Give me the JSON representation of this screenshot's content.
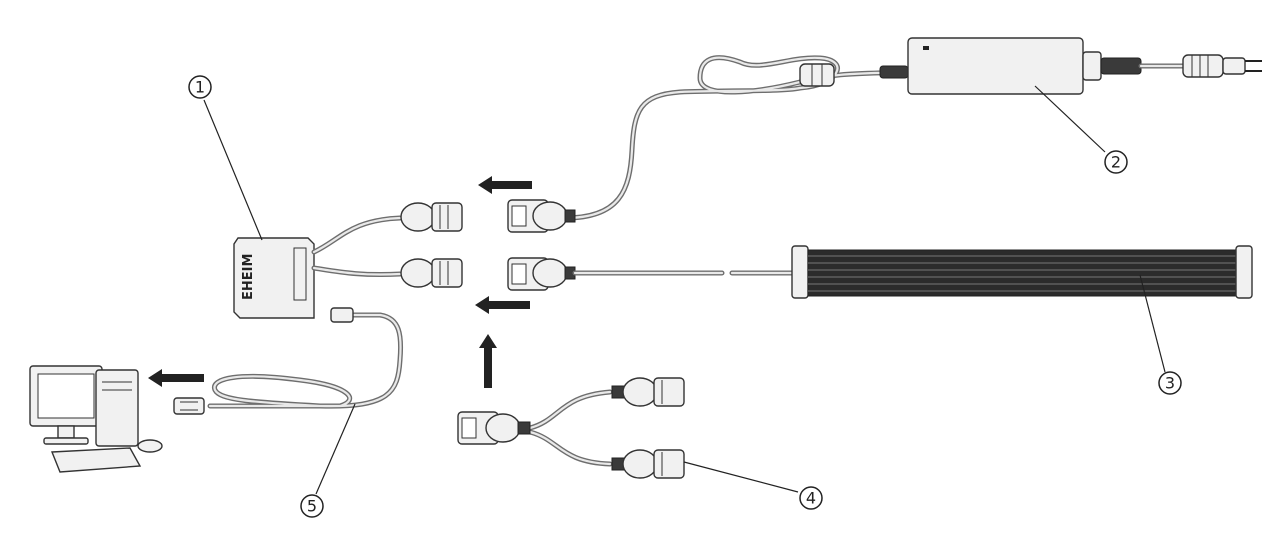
{
  "callouts": [
    {
      "id": "1",
      "label": "①"
    },
    {
      "id": "2",
      "label": "②"
    },
    {
      "id": "3",
      "label": "③"
    },
    {
      "id": "4",
      "label": "④"
    },
    {
      "id": "5",
      "label": "⑤"
    }
  ],
  "controller": {
    "brand_text": "EHEIM"
  },
  "arrows": [
    {
      "direction": "left"
    },
    {
      "direction": "left"
    },
    {
      "direction": "up"
    },
    {
      "direction": "left"
    }
  ],
  "colors": {
    "line": "#222222",
    "cable": "#6e6e6e",
    "part_fill": "#f1f1f1",
    "lamp": "#2b2b2b"
  }
}
